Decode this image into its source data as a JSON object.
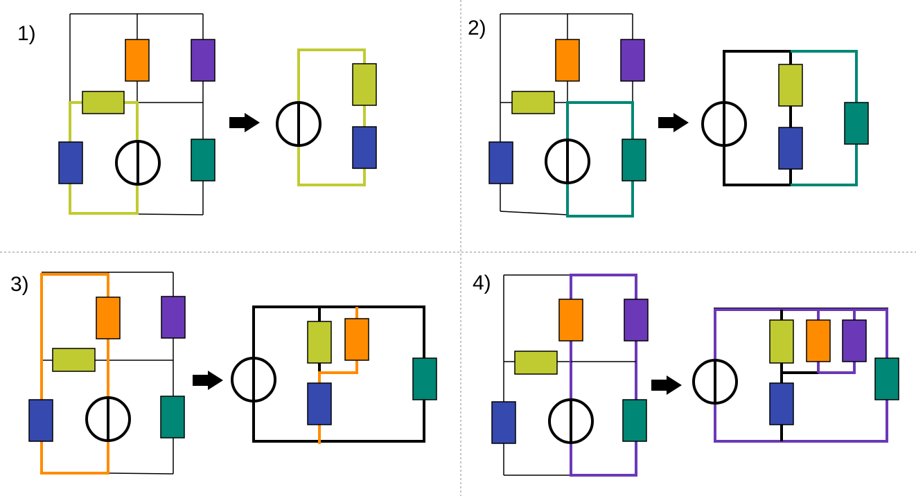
{
  "panels": [
    {
      "label": "1)"
    },
    {
      "label": "2)"
    },
    {
      "label": "3)"
    },
    {
      "label": "4)"
    }
  ],
  "colors": {
    "orange": "#FF8C00",
    "purple": "#6B39B7",
    "lime": "#C0CB32",
    "blue": "#3549AE",
    "teal": "#008775",
    "wire": "#000000",
    "divider": "#8a8a8a"
  },
  "icons": {
    "arrow": "right-arrow-icon",
    "source": "voltage-source-icon",
    "resistor": "resistor-icon"
  }
}
